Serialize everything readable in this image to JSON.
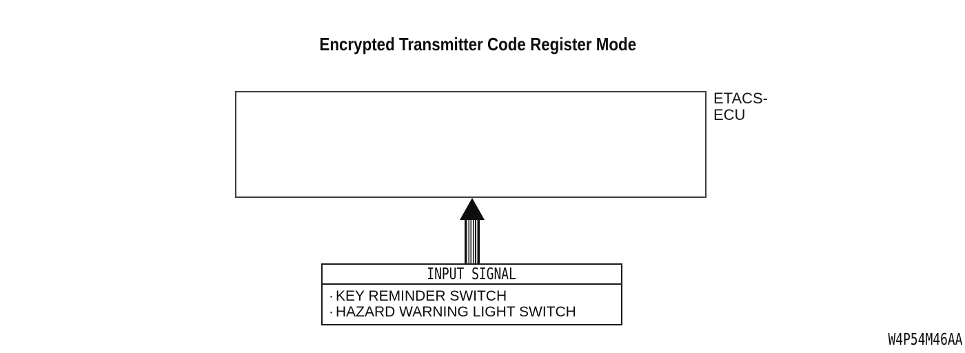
{
  "diagram": {
    "title": "Encrypted Transmitter Code Register Mode",
    "figure_code": "W4P54M46AA",
    "ecu_label": {
      "line1": "ETACS-",
      "line2": "ECU"
    }
  },
  "input_signal": {
    "header": "INPUT SIGNAL",
    "bullet": "·",
    "items": [
      "KEY REMINDER SWITCH",
      "HAZARD WARNING LIGHT SWITCH"
    ]
  },
  "colors": {
    "background": "#ffffff",
    "line": "#3d3d3d",
    "box_border": "#1b1b1b",
    "text": "#0d0d0d",
    "arrow": "#0e0e0e"
  }
}
